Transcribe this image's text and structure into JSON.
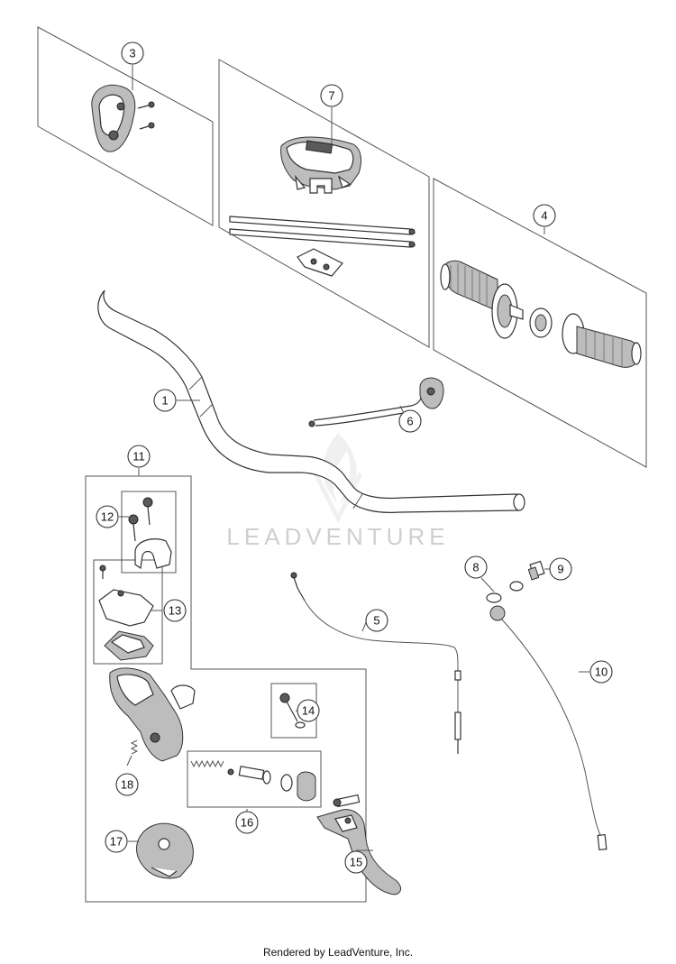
{
  "callouts": [
    {
      "n": "1"
    },
    {
      "n": "3"
    },
    {
      "n": "4"
    },
    {
      "n": "5"
    },
    {
      "n": "6"
    },
    {
      "n": "7"
    },
    {
      "n": "8"
    },
    {
      "n": "9"
    },
    {
      "n": "10"
    },
    {
      "n": "11"
    },
    {
      "n": "12"
    },
    {
      "n": "13"
    },
    {
      "n": "14"
    },
    {
      "n": "15"
    },
    {
      "n": "16"
    },
    {
      "n": "17"
    },
    {
      "n": "18"
    }
  ],
  "watermark": "LEADVENTURE",
  "footer": "Rendered by LeadVenture, Inc."
}
